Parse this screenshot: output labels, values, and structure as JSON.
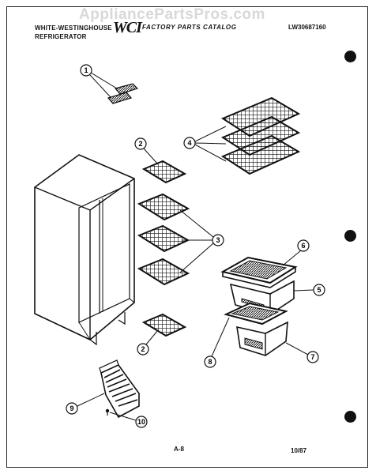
{
  "header": {
    "brand_line1": "WHITE-WESTINGHOUSE",
    "brand_line2": "REFRIGERATOR",
    "logo_text": "WCI",
    "catalog_title": "FACTORY PARTS CATALOG",
    "catalog_number": "LW30687160"
  },
  "watermark": "AppliancePartsPros.com",
  "callouts": [
    "1",
    "2",
    "3",
    "4",
    "5",
    "6",
    "7",
    "8",
    "9",
    "10"
  ],
  "footer": {
    "page": "A-8",
    "date": "10/87"
  },
  "colors": {
    "ink": "#111111",
    "paper": "#ffffff",
    "watermark": "#d8d8d8"
  }
}
